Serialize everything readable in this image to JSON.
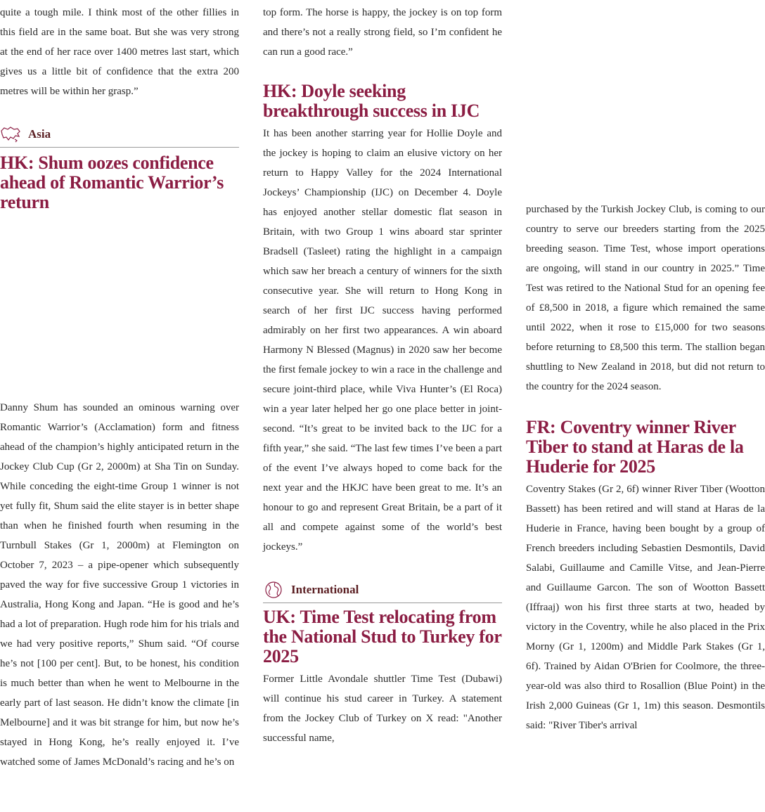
{
  "col1": {
    "top_paragraph": "quite a tough mile. I think most of the other fillies in this field are in the same boat. But she was very strong at the end of her race over 1400 metres last start, which gives us a little bit of confidence that the extra 200 metres will be within her grasp.”",
    "section_label": "Asia",
    "headline": "HK: Shum oozes confidence ahead of Romantic Warrior’s return",
    "body": "Danny Shum has sounded an ominous warning over Romantic Warrior’s (Acclamation) form and fitness ahead of the champion’s highly anticipated return in the Jockey Club Cup (Gr 2, 2000m) at Sha Tin on Sunday. While conceding the eight-time Group 1 winner is not yet fully fit, Shum said the elite stayer is in better shape than when he finished fourth when resuming in the Turnbull Stakes (Gr 1, 2000m) at Flemington on October 7, 2023 – a pipe-opener which subsequently paved the way for five successive Group 1 victories in Australia, Hong Kong and Japan. “He is good and he’s had a lot of preparation. Hugh rode him for his trials and we had very positive reports,” Shum said. “Of course he’s not [100 per cent]. But, to be honest, his condition is much better than when he went to Melbourne in the early part of last season. He didn’t know the climate [in Melbourne] and it was bit strange for him, but now he’s stayed in Hong Kong, he’s really enjoyed it. I’ve watched some of James McDonald’s racing and he’s on"
  },
  "col2": {
    "top_paragraph": "top form. The horse is happy, the jockey is on top form and there’s not a really strong field, so I’m confident he can run a good race.”",
    "headline1": "HK: Doyle seeking breakthrough success in IJC",
    "body1": "It has been another starring year for Hollie Doyle and the jockey is hoping to claim an elusive victory on her return to Happy Valley for the 2024 International Jockeys’ Championship (IJC) on December 4. Doyle has enjoyed another stellar domestic flat season in Britain, with two Group 1 wins aboard star sprinter Bradsell (Tasleet) rating the highlight in a campaign which saw her breach a century of winners for the sixth consecutive year. She will return to Hong Kong in search of her first IJC success having performed admirably on her first two appearances. A win aboard Harmony N Blessed (Magnus) in 2020 saw her become the first female jockey to win a race in the challenge and secure joint-third place, while Viva Hunter’s (El Roca) win a year later helped her go one place better in joint-second. “It’s great to be invited back to the IJC for a fifth year,” she said. “The last few times I’ve been a part of the event I’ve always hoped to come back for the next year and the HKJC have been great to me. It’s an honour to go and represent Great Britain, be a part of it all and compete against some of the world’s best jockeys.”",
    "section_label": "International",
    "headline2": "UK: Time Test relocating from the National Stud to Turkey for 2025",
    "body2": "Former Little Avondale shuttler Time Test (Dubawi) will continue his stud career in Turkey. A statement from the Jockey Club of Turkey on X read: \"Another successful name,"
  },
  "col3": {
    "body1": "purchased by the Turkish Jockey Club, is coming to our country to serve our breeders starting from the 2025 breeding season. Time Test, whose import operations are ongoing, will stand in our country in 2025.” Time Test was retired to the National Stud for an opening fee of £8,500 in 2018, a figure which remained the same until 2022, when it rose to £15,000 for two seasons before returning to £8,500 this term. The stallion began shuttling to New Zealand in 2018, but did not return to the country for the 2024 season.",
    "headline": "FR: Coventry winner River Tiber to stand at Haras de la Huderie for 2025",
    "body2": "Coventry Stakes (Gr 2, 6f) winner River Tiber (Wootton Bassett) has been retired and will stand at Haras de la Huderie in France, having been bought by a group of French breeders including Sebastien Desmontils, David Salabi, Guillaume and Camille Vitse, and Jean-Pierre and Guillaume Garcon. The son of Wootton Bassett (Iffraaj) won his first three starts at two, headed by victory in the Coventry, while he also placed in the Prix Morny (Gr 1, 1200m) and Middle Park Stakes (Gr 1, 6f). Trained by Aidan O'Brien for Coolmore, the three-year-old was also third to Rosallion (Blue Point) in the Irish 2,000 Guineas (Gr 1, 1m) this season. Desmontils said: \"River Tiber's arrival"
  },
  "icons": {
    "asia": "asia-map-icon",
    "international": "globe-icon"
  },
  "colors": {
    "headline": "#8b1d43",
    "label": "#5a1e22",
    "text": "#2a2a2a",
    "rule": "#9a9a9a"
  }
}
